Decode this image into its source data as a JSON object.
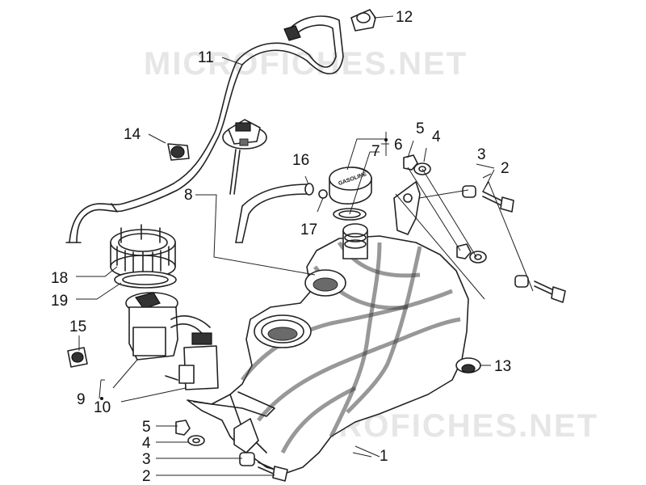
{
  "diagram": {
    "watermark": "MICROFICHES.NET",
    "cap_text": "GASOLINE",
    "callouts": {
      "c1": "1",
      "c2a": "2",
      "c2b": "2",
      "c3a": "3",
      "c3b": "3",
      "c4a": "4",
      "c4b": "4",
      "c5a": "5",
      "c5b": "5",
      "c6": "6",
      "c7": "7",
      "c8": "8",
      "c9": "9",
      "c10": "10",
      "c11": "11",
      "c12": "12",
      "c13": "13",
      "c14": "14",
      "c15": "15",
      "c16": "16",
      "c17": "17",
      "c18": "18",
      "c19": "19"
    }
  }
}
